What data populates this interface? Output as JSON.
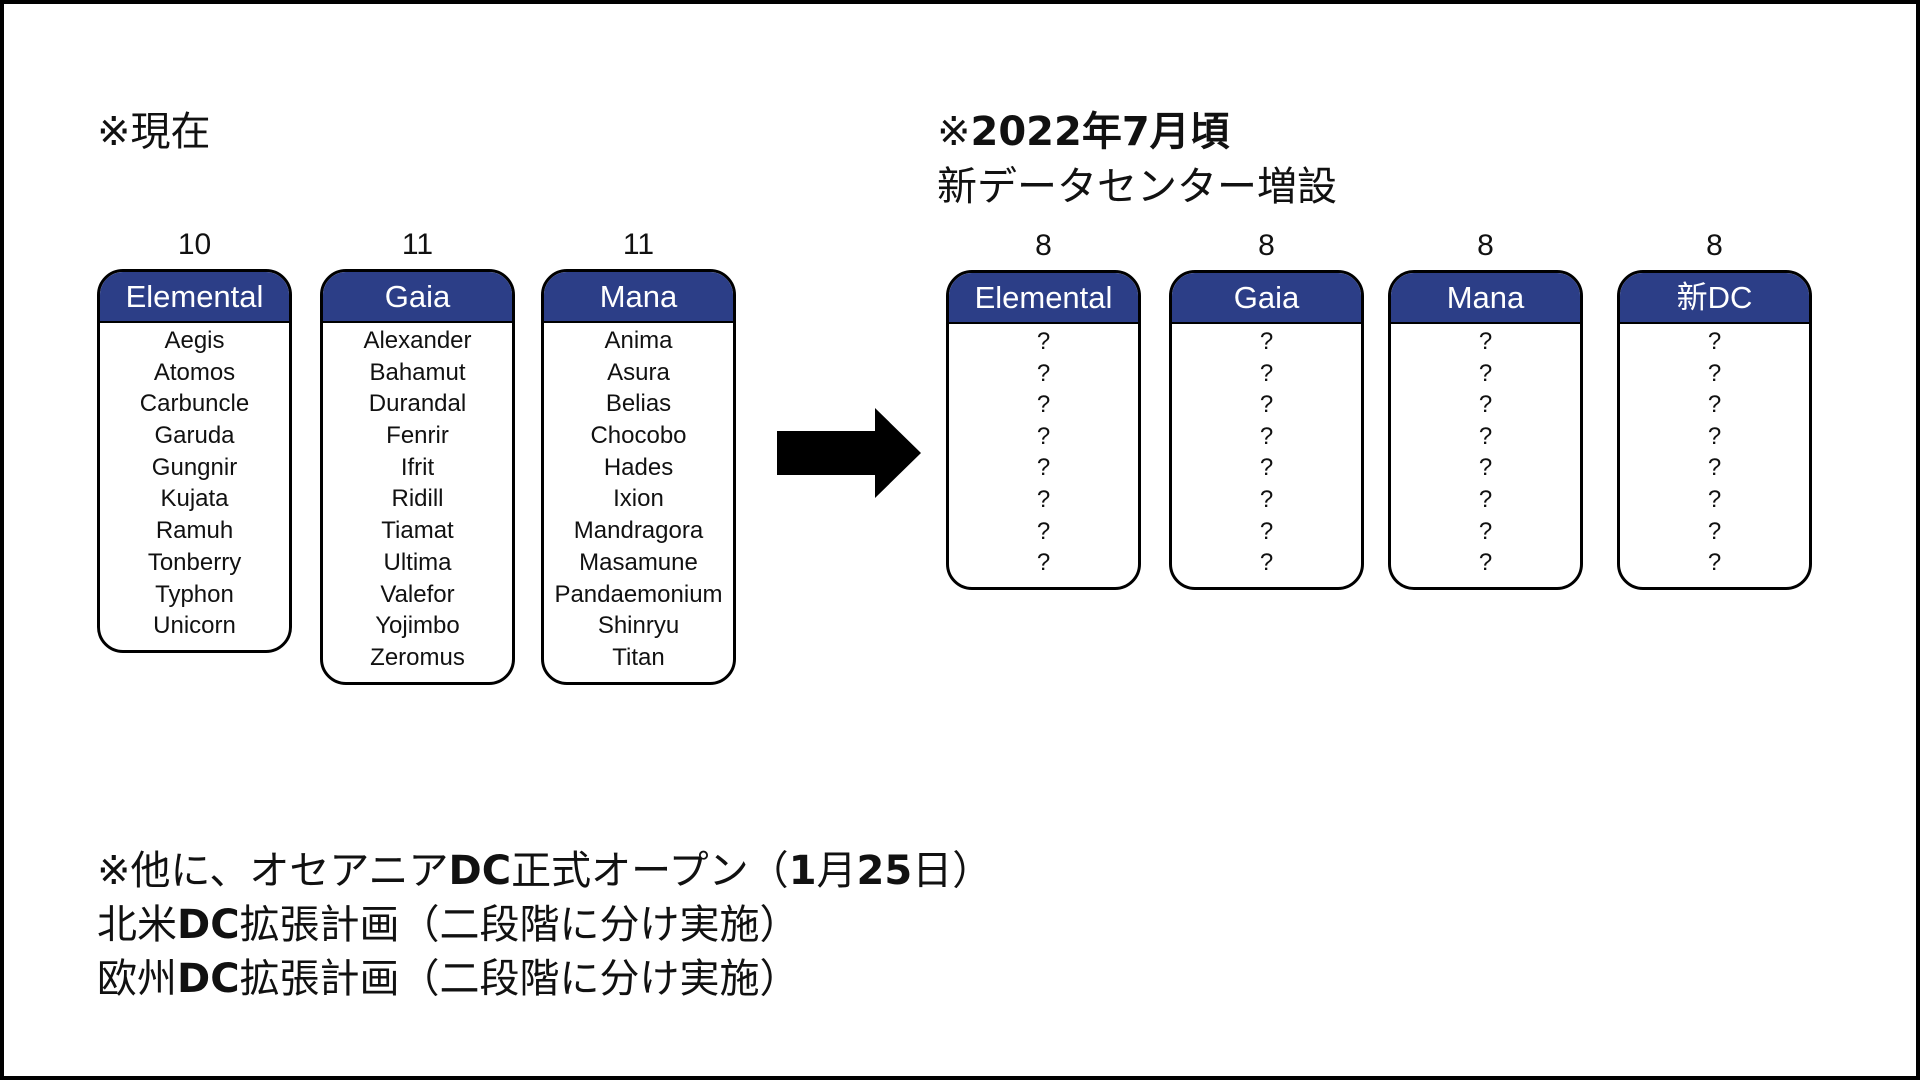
{
  "heading_current": "※現在",
  "heading_future": {
    "line1_prefix": "※",
    "line1_date": "2022年7月頃",
    "line2": "新データセンター増設"
  },
  "current": [
    {
      "count": "10",
      "name": "Elemental",
      "servers": [
        "Aegis",
        "Atomos",
        "Carbuncle",
        "Garuda",
        "Gungnir",
        "Kujata",
        "Ramuh",
        "Tonberry",
        "Typhon",
        "Unicorn"
      ]
    },
    {
      "count": "11",
      "name": "Gaia",
      "servers": [
        "Alexander",
        "Bahamut",
        "Durandal",
        "Fenrir",
        "Ifrit",
        "Ridill",
        "Tiamat",
        "Ultima",
        "Valefor",
        "Yojimbo",
        "Zeromus"
      ]
    },
    {
      "count": "11",
      "name": "Mana",
      "servers": [
        "Anima",
        "Asura",
        "Belias",
        "Chocobo",
        "Hades",
        "Ixion",
        "Mandragora",
        "Masamune",
        "Pandaemonium",
        "Shinryu",
        "Titan"
      ]
    }
  ],
  "future": [
    {
      "count": "8",
      "name": "Elemental",
      "servers": [
        "?",
        "?",
        "?",
        "?",
        "?",
        "?",
        "?",
        "?"
      ]
    },
    {
      "count": "8",
      "name": "Gaia",
      "servers": [
        "?",
        "?",
        "?",
        "?",
        "?",
        "?",
        "?",
        "?"
      ]
    },
    {
      "count": "8",
      "name": "Mana",
      "servers": [
        "?",
        "?",
        "?",
        "?",
        "?",
        "?",
        "?",
        "?"
      ]
    },
    {
      "count": "8",
      "name": "新DC",
      "servers": [
        "?",
        "?",
        "?",
        "?",
        "?",
        "?",
        "?",
        "?"
      ]
    }
  ],
  "footer": {
    "line1": {
      "a": "※他に、オセアニア",
      "b": "DC",
      "c": "正式オープン（",
      "d": "1",
      "e": "月",
      "f": "25",
      "g": "日）"
    },
    "line2": {
      "a": "北米",
      "b": "DC",
      "c": "拡張計画（二段階に分け実施）"
    },
    "line3": {
      "a": "欧州",
      "b": "DC",
      "c": "拡張計画（二段階に分け実施）"
    }
  }
}
